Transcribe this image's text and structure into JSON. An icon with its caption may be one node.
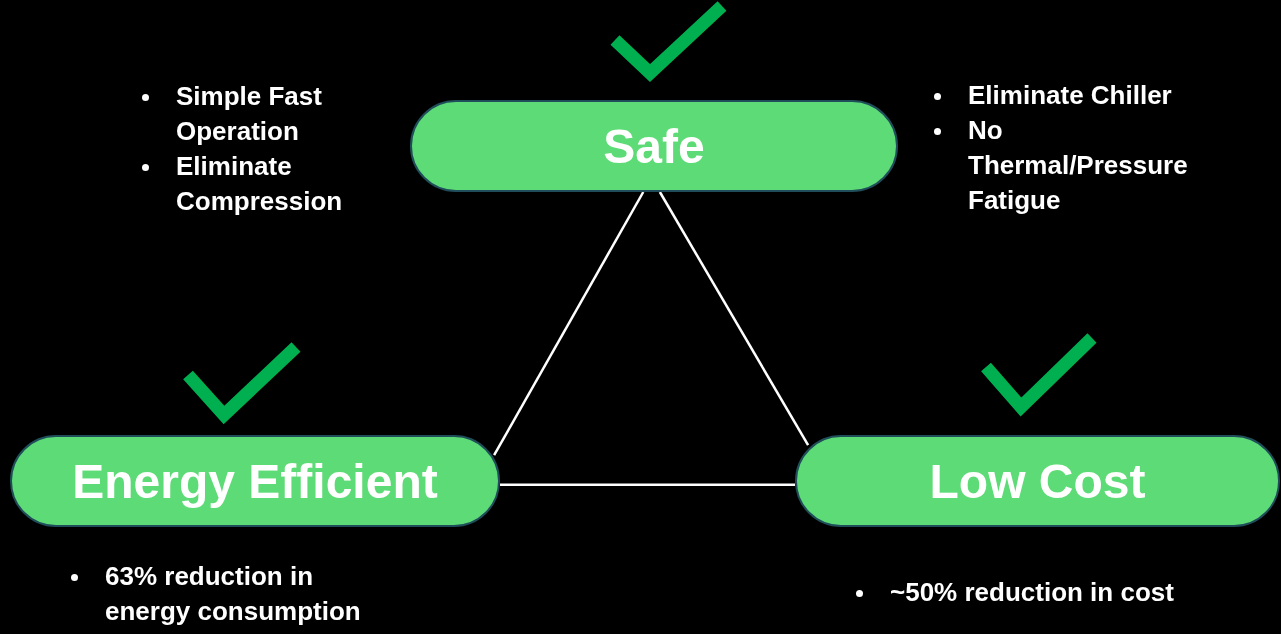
{
  "diagram": {
    "nodes": [
      {
        "text": [
          "Safe"
        ]
      },
      {
        "text": [
          "Energy Efficient"
        ],
        "beside": [
          "63% reduction in energy consumption"
        ]
      },
      {
        "text": [
          "Low Cost"
        ],
        "beside": [
          "~50% reduction in cost"
        ]
      }
    ],
    "edges": [
      {
        "from": 0,
        "to": 1,
        "arrow": "none"
      },
      {
        "from": 0,
        "to": 2,
        "arrow": "none"
      },
      {
        "from": 1,
        "to": 2,
        "arrow": "none"
      }
    ],
    "labels": [
      "Simple Fast Operation",
      "Eliminate Compression",
      "Eliminate Chiller",
      "No Thermal/Pressure Fatigue"
    ]
  }
}
